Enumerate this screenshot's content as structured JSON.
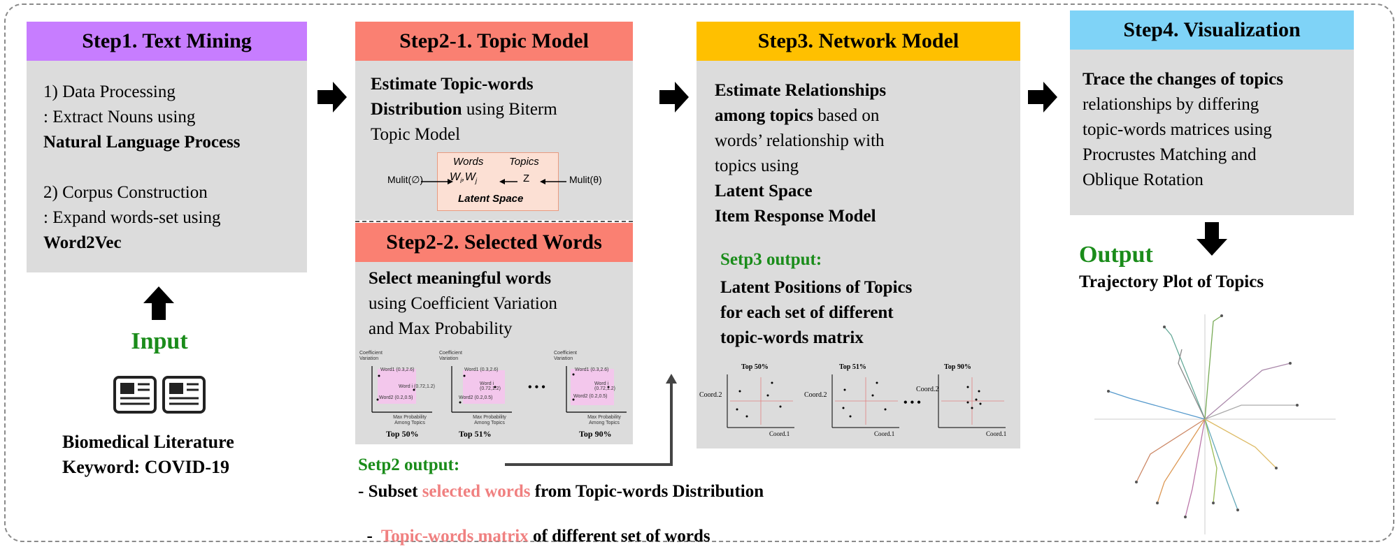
{
  "step1": {
    "header": "Step1. Text Mining",
    "line1": "1) Data Processing",
    "line2": ": Extract Nouns using",
    "line3": "Natural Language Process",
    "line4": "2) Corpus Construction",
    "line5": ": Expand words-set using",
    "line6": "Word2Vec"
  },
  "input": {
    "label": "Input",
    "source_line1": "Biomedical Literature",
    "source_line2": "Keyword: COVID-19"
  },
  "step2_1": {
    "header": "Step2-1. Topic Model",
    "bold1": "Estimate Topic-words",
    "bold2": "Distribution",
    "rest2": " using Biterm",
    "line3": "Topic Model",
    "latent": {
      "words": "Words",
      "topics": "Topics",
      "wij": "W",
      "z": "Z",
      "left": "Mulit(∅)",
      "right": "Mulit(θ)",
      "caption": "Latent Space"
    }
  },
  "step2_2": {
    "header": "Step2-2. Selected Words",
    "bold1": "Select meaningful words",
    "line2": "using Coefficient Variation",
    "line3": "and Max Probability",
    "thumbs": [
      {
        "caption": "Top 50%"
      },
      {
        "caption": "Top 51%"
      },
      {
        "caption": "Top 90%"
      }
    ],
    "ellipsis": "• • •",
    "axis_y": "Coefficient Variation",
    "axis_x": "Max Probability Among Topics",
    "w1": "Word1 (0.3,2.6)",
    "wi": "Word i (0.72,1.2)",
    "w2": "Word2 (0.2,0.5)"
  },
  "step2_output": {
    "label": "Setp2 output:",
    "line1_pre": "- Subset ",
    "line1_pink": "selected words",
    "line1_post": " from Topic-words Distribution",
    "line2_pre": "-  ",
    "line2_pink": "Topic-words matrix",
    "line2_post": " of different set of words"
  },
  "step3": {
    "header": "Step3. Network Model",
    "bold1": "Estimate Relationships",
    "bold2": "among topics",
    "rest2": " based on",
    "line3": "words’ relationship with",
    "line4": "topics using",
    "bold5": "Latent Space",
    "bold6": "Item Response Model",
    "output_label": "Setp3 output:",
    "output1": "Latent Positions of Topics",
    "output2": "for each set of different",
    "output3": "topic-words matrix",
    "plots": [
      {
        "title": "Top 50%"
      },
      {
        "title": "Top 51%"
      },
      {
        "title": "Top 90%"
      }
    ],
    "coord2": "Coord.2",
    "coord1": "Coord.1",
    "ellipsis": "• • •"
  },
  "step4": {
    "header": "Step4. Visualization",
    "bold1": "Trace the changes of topics",
    "line2": "relationships by differing",
    "line3": "topic-words matrices using",
    "line4": "Procrustes Matching and",
    "line5": "Oblique Rotation",
    "output_label": "Output",
    "output_text": "Trajectory Plot of Topics"
  },
  "colors": {
    "step1": "#c77dff",
    "step2": "#fa8072",
    "step3": "#ffc000",
    "step4": "#7fd3f7",
    "panel": "#dcdcdc",
    "green": "#1a8c1a",
    "pink": "#f08080"
  }
}
